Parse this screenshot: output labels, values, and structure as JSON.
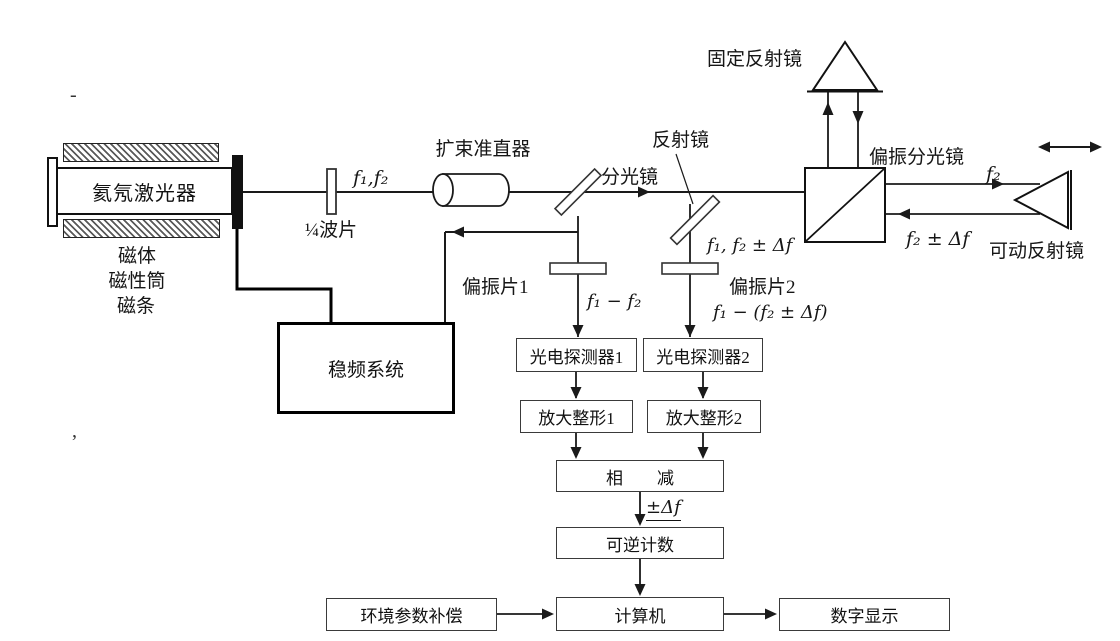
{
  "colors": {
    "line": "#1a1a1a",
    "box_border": "#3a3a3a",
    "background": "#ffffff"
  },
  "optics": {
    "laser": "氦氖激光器",
    "magnet": "磁体",
    "magnet_tube": "磁性筒",
    "magnet_strip": "磁条",
    "waveplate": "¼波片",
    "expander": "扩束准直器",
    "beamsplitter": "分光镜",
    "mirror": "反射镜",
    "pbs": "偏振分光镜",
    "fixed_reflector": "固定反射镜",
    "movable_reflector": "可动反射镜",
    "polarizer1": "偏振片1",
    "polarizer2": "偏振片2"
  },
  "signals": {
    "f1f2": "f₁,f₂",
    "f2": "f₂",
    "f2_shift": "f₂ ± Δf",
    "f1f2_shift": "f₁, f₂ ± Δf",
    "beat1": "f₁ − f₂",
    "beat2": "f₁ − (f₂ ± Δf)",
    "delta": "±Δf"
  },
  "blocks": {
    "stabilizer": "稳频系统",
    "detector1": "光电探测器1",
    "detector2": "光电探测器2",
    "amplifier1": "放大整形1",
    "amplifier2": "放大整形2",
    "subtract": "相　　减",
    "counter": "可逆计数",
    "computer": "计算机",
    "env_comp": "环境参数补偿",
    "display": "数字显示"
  },
  "artifacts": {
    "mark_top": "-",
    "mark_mid": ","
  }
}
